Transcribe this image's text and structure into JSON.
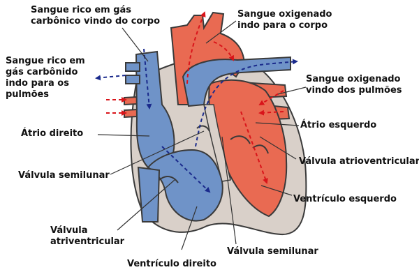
{
  "labels": {
    "top_left": [
      "Sangue  rico em gás",
      "carbônico vindo do corpo"
    ],
    "top_right": [
      "Sangue oxigenado",
      "indo para o corpo"
    ],
    "left_upper": [
      "Sangue rico em",
      "gás carbônido",
      "indo para os",
      "pulmões"
    ],
    "right_upper": [
      "Sangue oxigenado",
      "vindo dos pulmões"
    ],
    "atrio_direito": "Átrio direito",
    "atrio_esquerdo": "Átrio esquerdo",
    "valvula_semilunar_left": "Válvula semilunar",
    "valvula_atrioventricular": "Válvula atrioventricular",
    "ventriculo_esquerdo": "Ventrículo esquerdo",
    "valvula_atriventricular": [
      "Válvula",
      "atriventricular"
    ],
    "valvula_semilunar_bottom": "Válvula semilunar",
    "ventriculo_direito": "Ventrículo direito"
  },
  "colors": {
    "deoxygenated": "#6f93c8",
    "oxygenated": "#e96a52",
    "wall": "#d9d0c9",
    "outline": "#3a3a3a",
    "arrow_blue": "#1a2a8c",
    "arrow_red": "#d9141a",
    "leader": "#333333"
  }
}
